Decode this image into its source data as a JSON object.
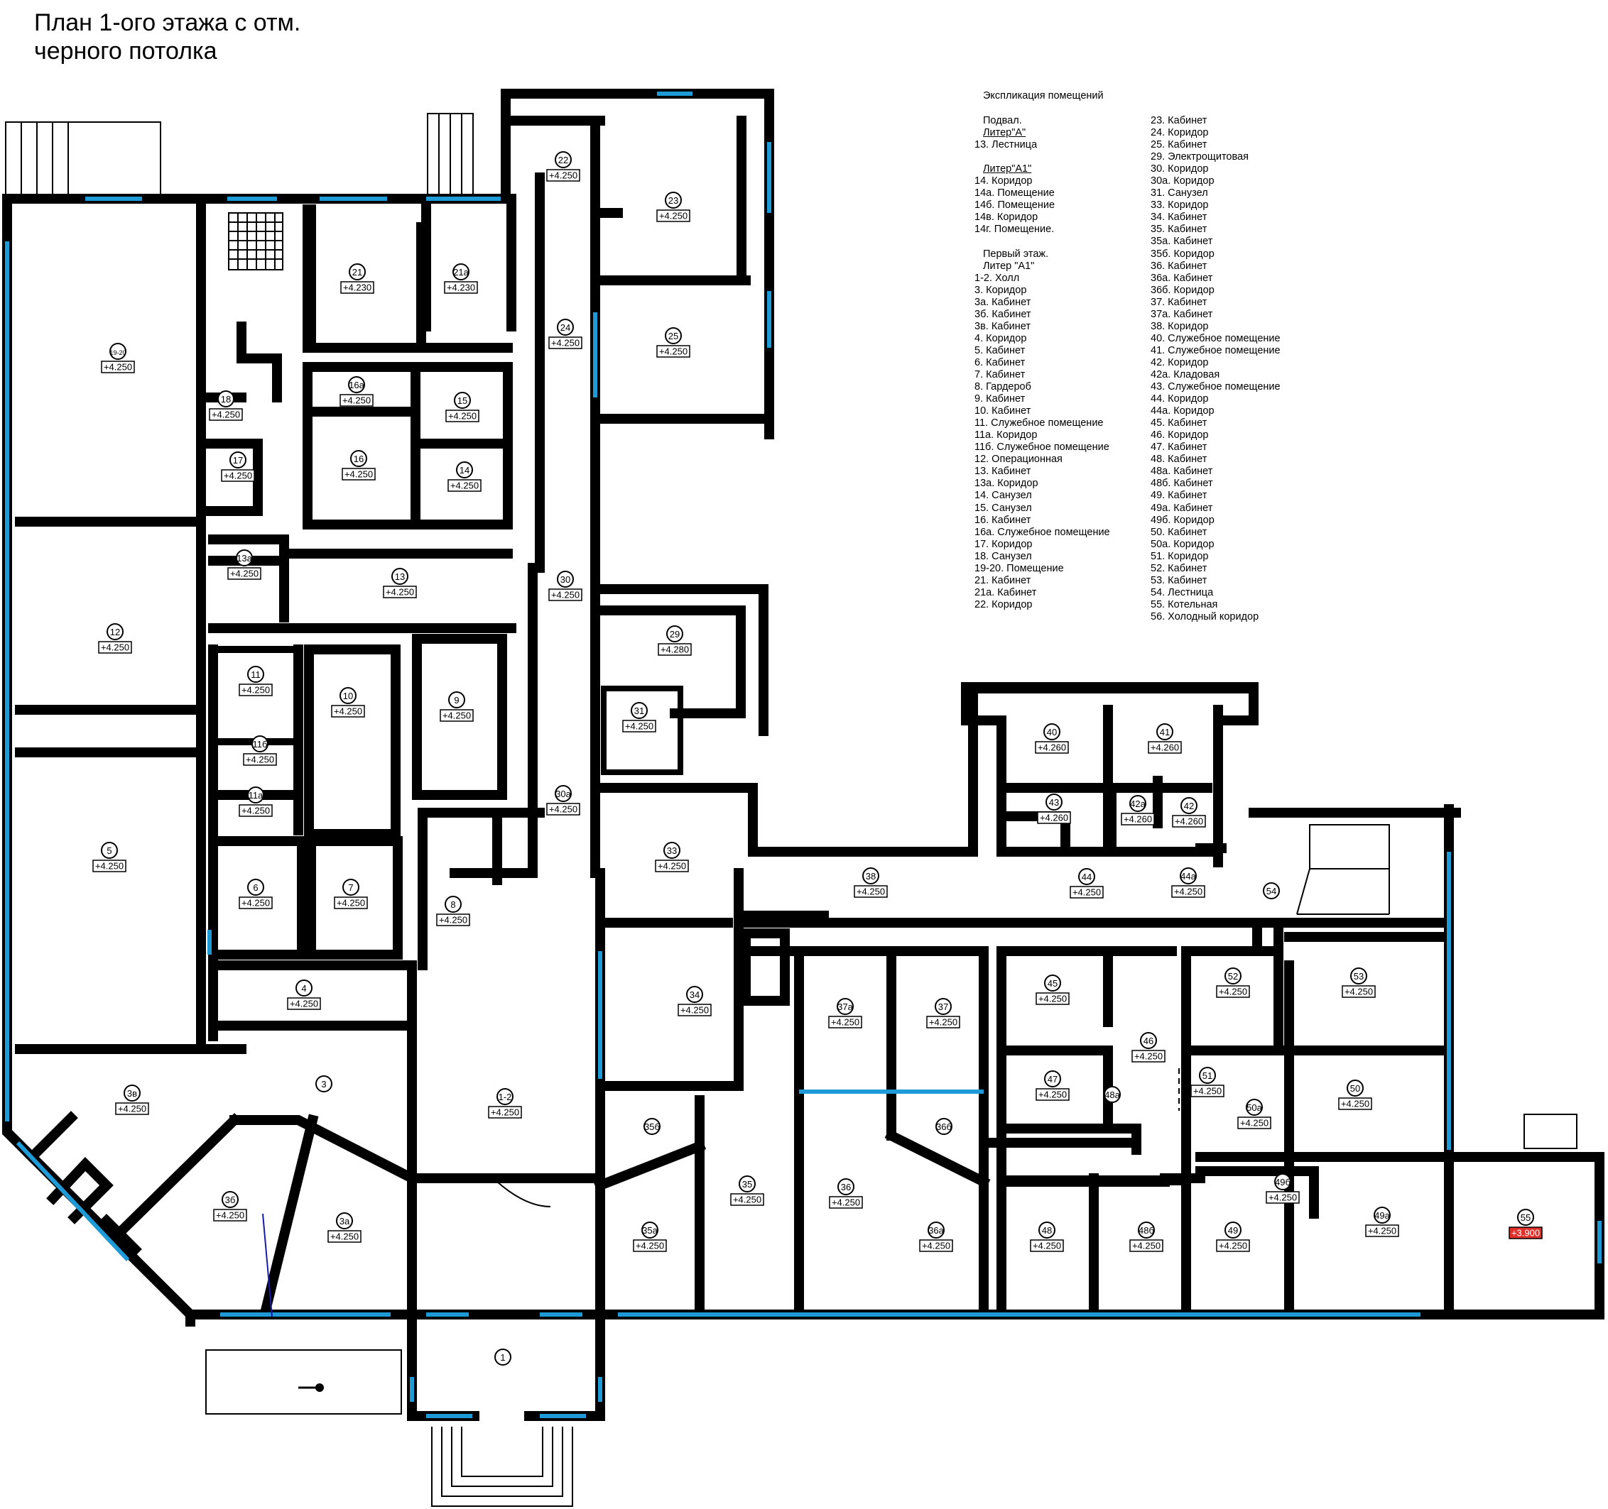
{
  "title": {
    "line1": "План 1-ого этажа с отм.",
    "line2": "черного потолка"
  },
  "explication": {
    "heading": "Экспликация помещений",
    "col1": [
      "Подвал.",
      "Литер\"А\"",
      "13. Лестница",
      "",
      "Литер\"А1\"",
      "14. Коридор",
      "14а. Помещение",
      "14б. Помещение",
      "14в. Коридор",
      "14г. Помещение.",
      "",
      "Первый этаж.",
      "Литер \"А1\"",
      "1-2. Холл",
      "3. Коридор",
      "3а. Кабинет",
      "3б. Кабинет",
      "3в. Кабинет",
      "4. Коридор",
      "5. Кабинет",
      "6. Кабинет",
      "7. Кабинет",
      "8. Гардероб",
      "9. Кабинет",
      "10. Кабинет",
      "11. Служебное помещение",
      "11а. Коридор",
      "11б. Служебное помещение",
      "12. Операционная",
      "13. Кабинет",
      "13а. Коридор",
      "14. Санузел",
      "15. Санузел",
      "16. Кабинет",
      "16а. Служебное помещение",
      "17. Коридор",
      "18. Санузел",
      "19-20. Помещение",
      "21. Кабинет",
      "21а. Кабинет",
      "22. Коридор"
    ],
    "col2": [
      "23. Кабинет",
      "24. Коридор",
      "25. Кабинет",
      "29. Электрощитовая",
      "30. Коридор",
      "30а. Коридор",
      "31. Санузел",
      "33. Коридор",
      "34. Кабинет",
      "35. Кабинет",
      "35а. Кабинет",
      "35б. Коридор",
      "36. Кабинет",
      "36а. Кабинет",
      "36б. Коридор",
      "37. Кабинет",
      "37а. Кабинет",
      "38. Коридор",
      "40. Служебное помещение",
      "41. Служебное помещение",
      "42. Коридор",
      "42а. Кладовая",
      "43. Служебное помещение",
      "44. Коридор",
      "44а. Коридор",
      "45. Кабинет",
      "46. Коридор",
      "47. Кабинет",
      "48. Кабинет",
      "48а. Кабинет",
      "48б. Кабинет",
      "49. Кабинет",
      "49а. Кабинет",
      "49б. Коридор",
      "50. Кабинет",
      "50а. Коридор",
      "51. Коридор",
      "52. Кабинет",
      "53. Кабинет",
      "54. Лестница",
      "55. Котельная",
      "56. Холодный коридор"
    ]
  },
  "rooms": [
    {
      "num": "19-20",
      "elev": "+4.250"
    },
    {
      "num": "12",
      "elev": "+4.250"
    },
    {
      "num": "5",
      "elev": "+4.250"
    },
    {
      "num": "3в",
      "elev": "+4.250"
    },
    {
      "num": "3б",
      "elev": "+4.250"
    },
    {
      "num": "3а",
      "elev": "+4.250"
    },
    {
      "num": "3",
      "elev": ""
    },
    {
      "num": "4",
      "elev": "+4.250"
    },
    {
      "num": "6",
      "elev": "+4.250"
    },
    {
      "num": "7",
      "elev": "+4.250"
    },
    {
      "num": "11а",
      "elev": "+4.250"
    },
    {
      "num": "11б",
      "elev": "+4.250"
    },
    {
      "num": "11",
      "elev": "+4.250"
    },
    {
      "num": "10",
      "elev": "+4.250"
    },
    {
      "num": "9",
      "elev": "+4.250"
    },
    {
      "num": "8",
      "elev": "+4.250"
    },
    {
      "num": "13а",
      "elev": "+4.250"
    },
    {
      "num": "13",
      "elev": "+4.250"
    },
    {
      "num": "17",
      "elev": "+4.250"
    },
    {
      "num": "18",
      "elev": "+4.250"
    },
    {
      "num": "16",
      "elev": "+4.250"
    },
    {
      "num": "16а",
      "elev": "+4.250"
    },
    {
      "num": "15",
      "elev": "+4.250"
    },
    {
      "num": "14",
      "elev": "+4.250"
    },
    {
      "num": "21",
      "elev": "+4.230"
    },
    {
      "num": "21а",
      "elev": "+4.230"
    },
    {
      "num": "22",
      "elev": "+4.250"
    },
    {
      "num": "23",
      "elev": "+4.250"
    },
    {
      "num": "24",
      "elev": "+4.250"
    },
    {
      "num": "25",
      "elev": "+4.250"
    },
    {
      "num": "30",
      "elev": "+4.250"
    },
    {
      "num": "29",
      "elev": "+4.280"
    },
    {
      "num": "31",
      "elev": "+4.250"
    },
    {
      "num": "30а",
      "elev": "+4.250"
    },
    {
      "num": "33",
      "elev": "+4.250"
    },
    {
      "num": "1-2",
      "elev": "+4.250"
    },
    {
      "num": "1",
      "elev": ""
    },
    {
      "num": "34",
      "elev": "+4.250"
    },
    {
      "num": "35б",
      "elev": ""
    },
    {
      "num": "35",
      "elev": "+4.250"
    },
    {
      "num": "35а",
      "elev": "+4.250"
    },
    {
      "num": "36",
      "elev": "+4.250"
    },
    {
      "num": "36б",
      "elev": ""
    },
    {
      "num": "36а",
      "elev": "+4.250"
    },
    {
      "num": "37а",
      "elev": "+4.250"
    },
    {
      "num": "37",
      "elev": "+4.250"
    },
    {
      "num": "38",
      "elev": "+4.250"
    },
    {
      "num": "40",
      "elev": "+4.260"
    },
    {
      "num": "41",
      "elev": "+4.260"
    },
    {
      "num": "43",
      "elev": "+4.260"
    },
    {
      "num": "42а",
      "elev": "+4.260"
    },
    {
      "num": "42",
      "elev": "+4.260"
    },
    {
      "num": "44",
      "elev": "+4.250"
    },
    {
      "num": "44а",
      "elev": "+4.250"
    },
    {
      "num": "54",
      "elev": ""
    },
    {
      "num": "45",
      "elev": "+4.250"
    },
    {
      "num": "46",
      "elev": "+4.250"
    },
    {
      "num": "47",
      "elev": "+4.250"
    },
    {
      "num": "48а",
      "elev": ""
    },
    {
      "num": "48",
      "elev": "+4.250"
    },
    {
      "num": "48б",
      "elev": "+4.250"
    },
    {
      "num": "51",
      "elev": "+4.250"
    },
    {
      "num": "50а",
      "elev": "+4.250"
    },
    {
      "num": "52",
      "elev": "+4.250"
    },
    {
      "num": "53",
      "elev": "+4.250"
    },
    {
      "num": "50",
      "elev": "+4.250"
    },
    {
      "num": "49б",
      "elev": "+4.250"
    },
    {
      "num": "49",
      "elev": "+4.250"
    },
    {
      "num": "49а",
      "elev": "+4.250"
    },
    {
      "num": "55",
      "elev": "+3.900"
    }
  ],
  "colors": {
    "wall": "#000000",
    "window": "#1e9bd7",
    "highlight_elev": "#e0302a"
  }
}
